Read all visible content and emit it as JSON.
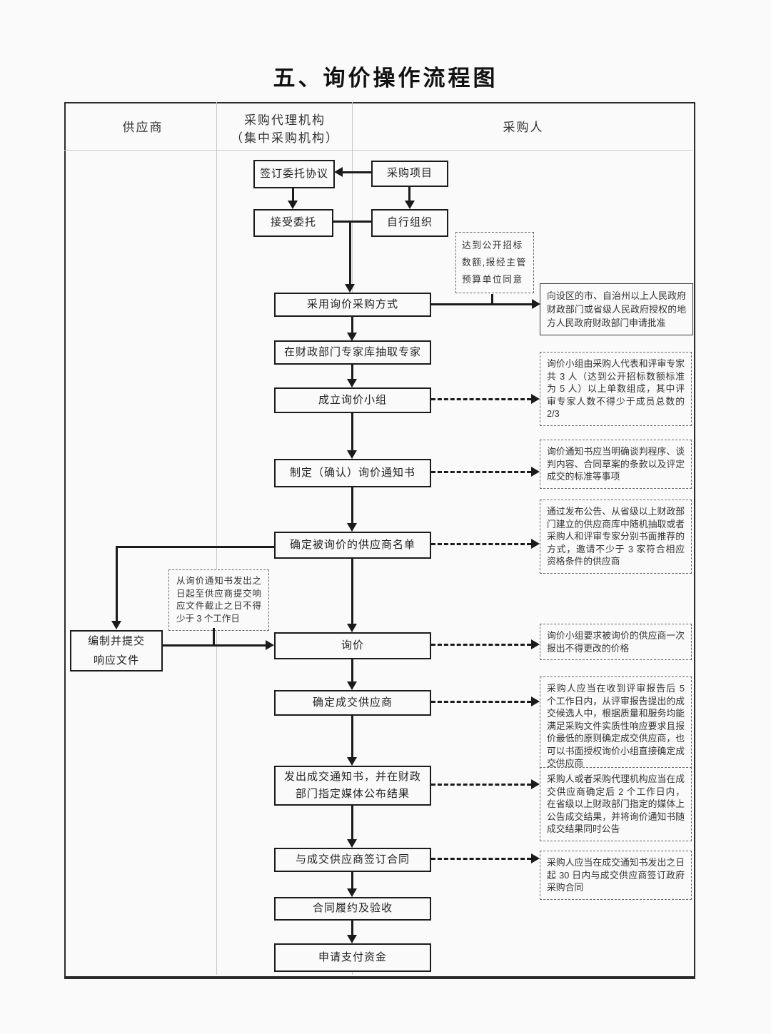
{
  "colors": {
    "ink": "#1b1b1b",
    "paper": "#fafafa"
  },
  "title": "五、询价操作流程图",
  "lanes": {
    "supplier": "供应商",
    "agency_line1": "采购代理机构",
    "agency_line2": "（集中采购机构）",
    "purchaser": "采购人"
  },
  "nodes": {
    "sign_agreement": "签订委托协议",
    "procurement_project": "采购项目",
    "accept_entrustment": "接受委托",
    "self_organize": "自行组织",
    "adopt_inquiry_method": "采用询价采购方式",
    "extract_experts": "在财政部门专家库抽取专家",
    "form_inquiry_group": "成立询价小组",
    "make_inquiry_notice": "制定（确认）询价通知书",
    "determine_supplier_list": "确定被询价的供应商名单",
    "prepare_response_line1": "编制并提交",
    "prepare_response_line2": "响应文件",
    "inquiry": "询价",
    "determine_winning_supplier": "确定成交供应商",
    "issue_award_notice": "发出成交通知书，并在财政部门指定媒体公布结果",
    "sign_contract": "与成交供应商签订合同",
    "contract_performance": "合同履约及验收",
    "apply_payment": "申请支付资金"
  },
  "annotations": {
    "open_tender_threshold": "达到公开招标数额,报经主管预算单位同意",
    "apply_approval": "向设区的市、自治州以上人民政府财政部门或省级人民政府授权的地方人民政府财政部门申请批准",
    "group_composition": "询价小组由采购人代表和评审专家共 3 人（达到公开招标数额标准为 5 人）以上单数组成，其中评审专家人数不得少于成员总数的 2/3",
    "notice_content": "询价通知书应当明确谈判程序、谈判内容、合同草案的条款以及评定成交的标准等事项",
    "invite_suppliers": "通过发布公告、从省级以上财政部门建立的供应商库中随机抽取或者采购人和评审专家分别书面推荐的方式，邀请不少于 3 家符合相应资格条件的供应商",
    "response_deadline": "从询价通知书发出之日起至供应商提交响应文件截止之日不得少于 3 个工作日",
    "one_time_quote": "询价小组要求被询价的供应商一次报出不得更改的价格",
    "determine_rule": "采购人应当在收到评审报告后 5 个工作日内，从评审报告提出的成交候选人中，根据质量和服务均能满足采购文件实质性响应要求且报价最低的原则确定成交供应商，也可以书面授权询价小组直接确定成交供应商",
    "announce_result": "采购人或者采购代理机构应当在成交供应商确定后 2 个工作日内，在省级以上财政部门指定的媒体上公告成交结果，并将询价通知书随成交结果同时公告",
    "contract_deadline": "采购人应当在成交通知书发出之日起 30 日内与成交供应商签订政府采购合同"
  }
}
